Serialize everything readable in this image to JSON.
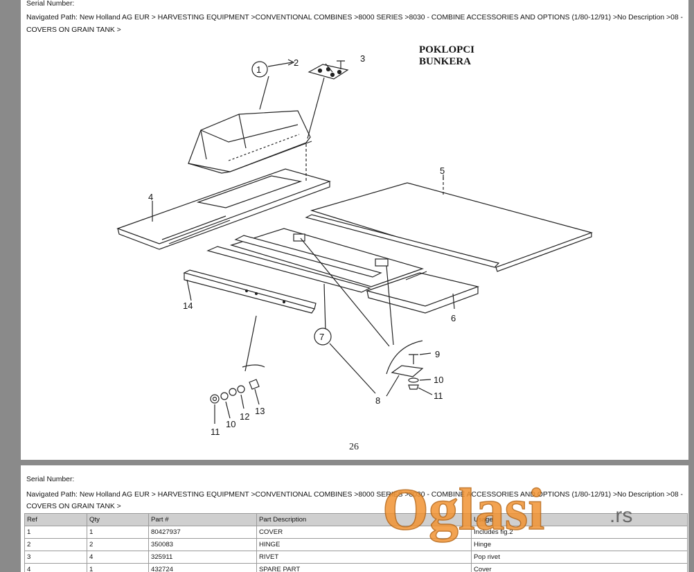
{
  "sheet1": {
    "serial_label": "Serial Number:",
    "path_line1": "Navigated Path: New Holland AG EUR > HARVESTING EQUIPMENT >CONVENTIONAL COMBINES >8000 SERIES >8030 - COMBINE ACCESSORIES AND OPTIONS (1/80-12/91) >No Description >08 -",
    "path_line2": "COVERS ON GRAIN TANK >",
    "drawing": {
      "title_line1": "POKLOPCI",
      "title_line2": "BUNKERA",
      "callouts": [
        "1",
        "2",
        "3",
        "4",
        "5",
        "6",
        "7",
        "8",
        "9",
        "10",
        "11",
        "14",
        "11",
        "10",
        "12",
        "13"
      ],
      "page_number": "26"
    }
  },
  "sheet2": {
    "serial_label": "Serial Number:",
    "path_line1": "Navigated Path: New Holland AG EUR > HARVESTING EQUIPMENT >CONVENTIONAL COMBINES >8000 SERIES >8030 - COMBINE ACCESSORIES AND OPTIONS (1/80-12/91) >No Description >08 -",
    "path_line2": "COVERS ON GRAIN TANK >",
    "table": {
      "headers": [
        "Ref",
        "Qty",
        "Part #",
        "Part Description",
        "Usage"
      ],
      "rows": [
        [
          "1",
          "1",
          "80427937",
          "COVER",
          "Includes fig.2"
        ],
        [
          "2",
          "2",
          "350083",
          "HINGE",
          "Hinge"
        ],
        [
          "3",
          "4",
          "325911",
          "RIVET",
          "Pop rivet"
        ],
        [
          "4",
          "1",
          "432724",
          "SPARE PART",
          "Cover"
        ]
      ]
    }
  },
  "watermark": {
    "brand": "Oglasi",
    "tld": ".rs",
    "color": "#f29433"
  }
}
